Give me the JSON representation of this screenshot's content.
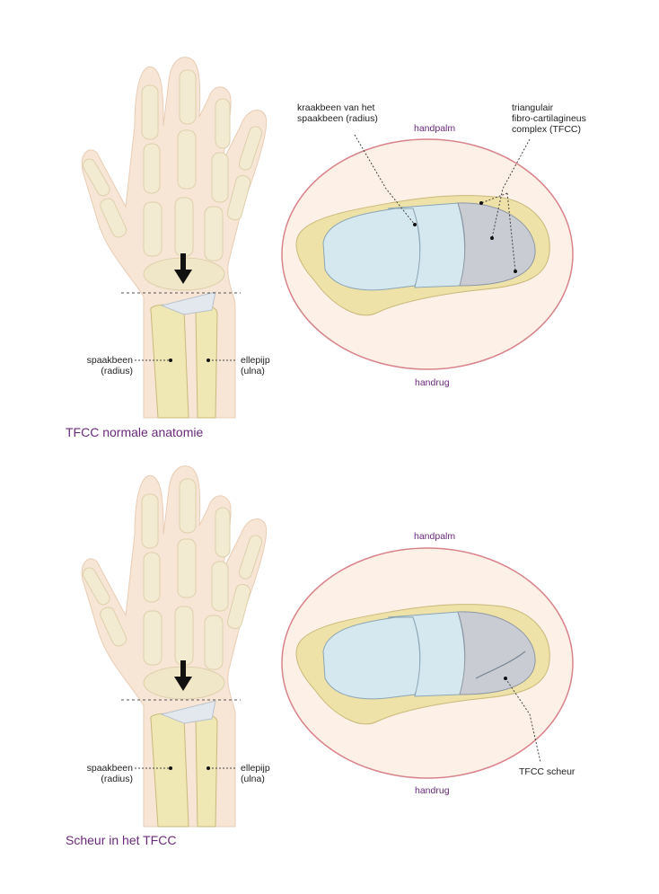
{
  "top": {
    "handpalm": "handpalm",
    "handrug": "handrug",
    "label_cartilage": "kraakbeen van het\nspaakbeen (radius)",
    "label_tfcc": "triangulair\nfibro-cartilagineus\ncomplex (TFCC)",
    "label_radius": "spaakbeen\n(radius)",
    "label_ulna": "ellepijp\n(ulna)",
    "caption": "TFCC normale anatomie"
  },
  "bottom": {
    "handpalm": "handpalm",
    "handrug": "handrug",
    "label_tear": "TFCC scheur",
    "label_radius": "spaakbeen\n(radius)",
    "label_ulna": "ellepijp\n(ulna)",
    "caption": "Scheur in het TFCC"
  },
  "colors": {
    "skin": "#f7e6d6",
    "bone": "#efe7b4",
    "cartilage": "#d6e8ef",
    "tfcc": "#c9ccd3",
    "accent": "#6a2a7a",
    "ring": "#d9838a"
  }
}
